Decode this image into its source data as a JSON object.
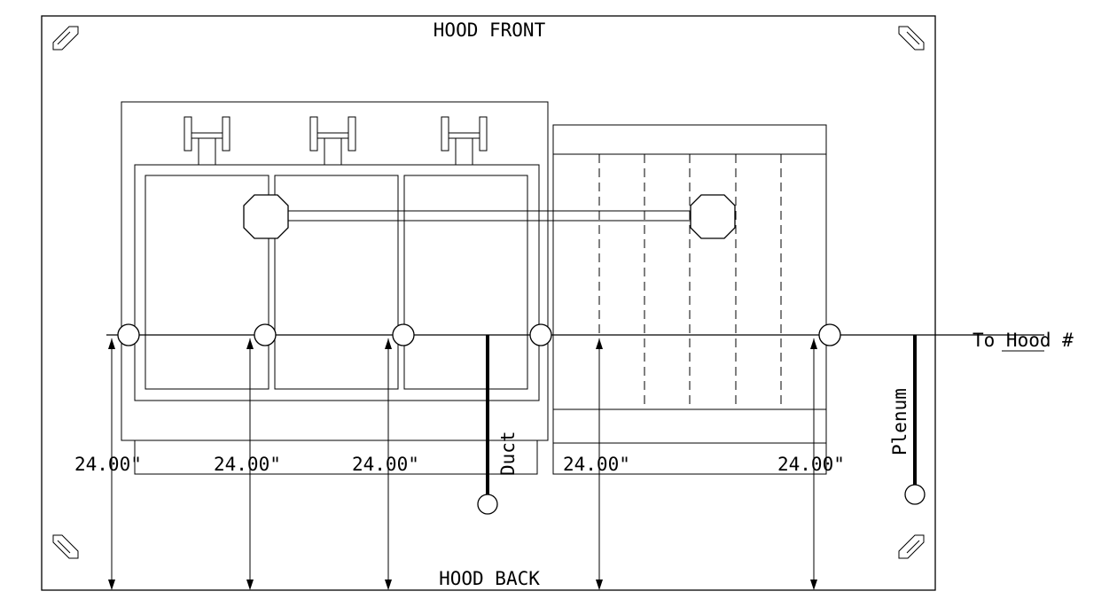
{
  "labels": {
    "hood_front": "HOOD FRONT",
    "hood_back": "HOOD BACK",
    "to_hood": "To Hood #",
    "duct": "Duct",
    "plenum": "Plenum"
  },
  "dimensions": [
    "24.00\"",
    "24.00\"",
    "24.00\"",
    "24.00\"",
    "24.00\""
  ]
}
